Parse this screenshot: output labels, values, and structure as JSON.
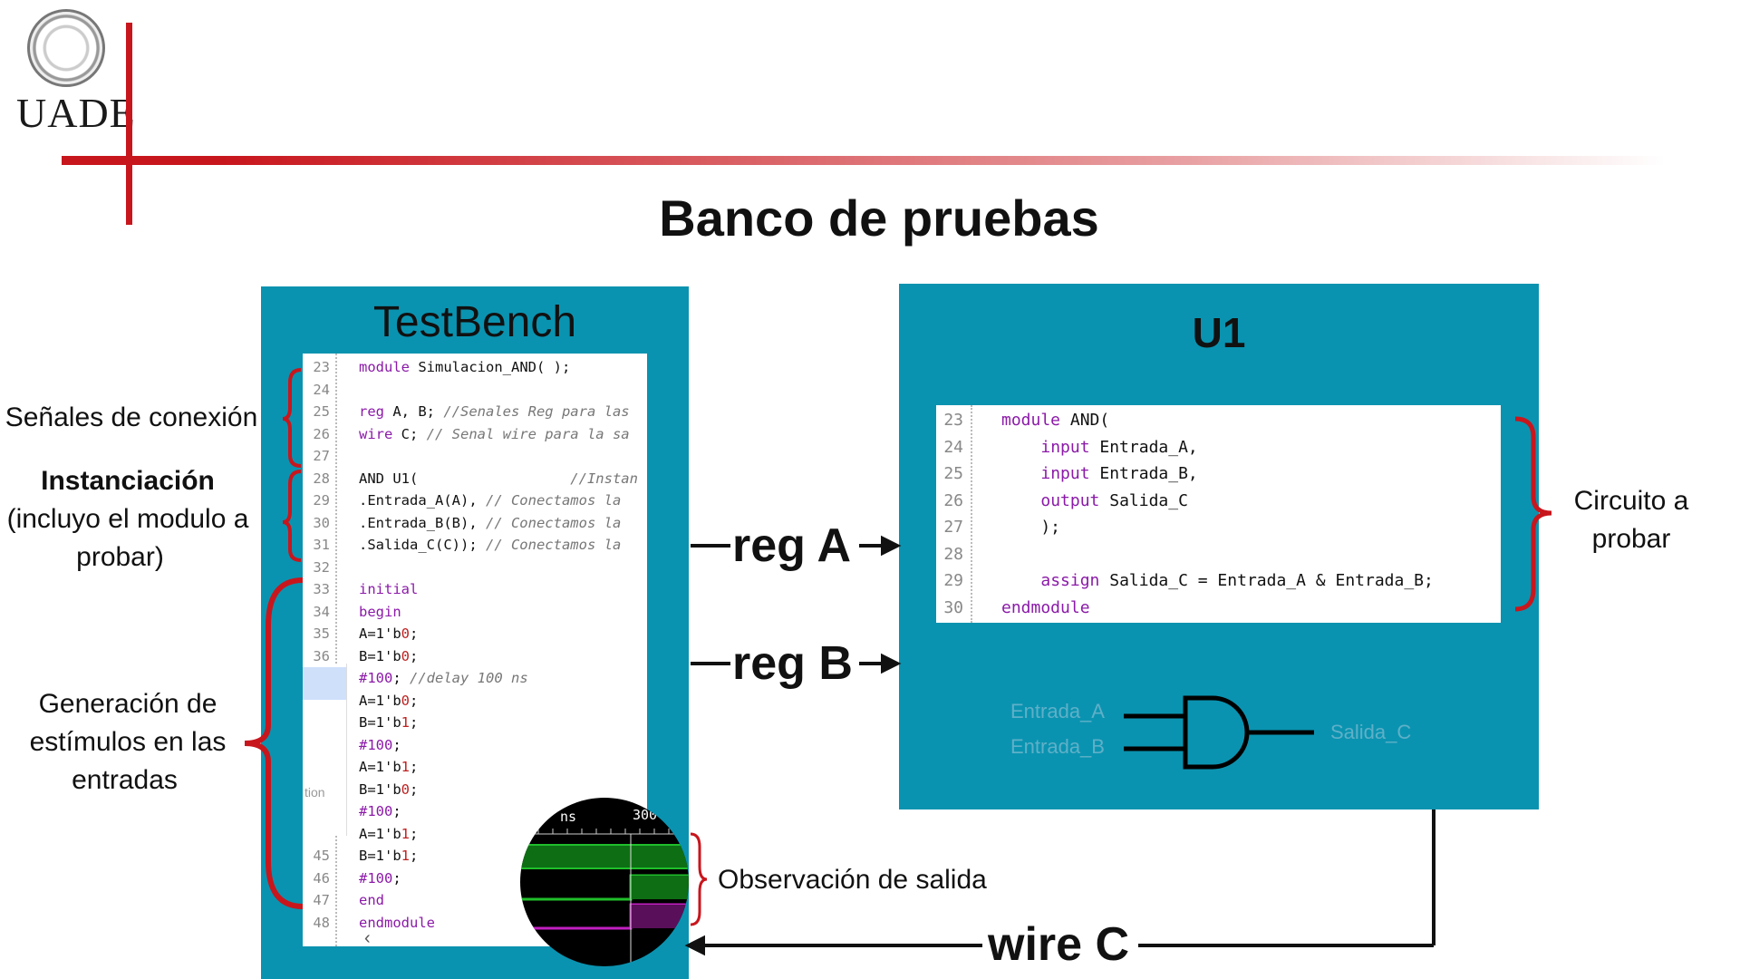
{
  "logo": {
    "text": "UADE"
  },
  "slide_title": "Banco de pruebas",
  "testbench": {
    "title": "TestBench",
    "lines": [
      {
        "n": "23",
        "t": "module Simulacion_AND( );"
      },
      {
        "n": "24",
        "t": ""
      },
      {
        "n": "25",
        "t": "reg A, B; //Senales Reg para las"
      },
      {
        "n": "26",
        "t": "wire C; // Senal wire para la sa"
      },
      {
        "n": "27",
        "t": ""
      },
      {
        "n": "28",
        "t": "AND U1(                  //Instan"
      },
      {
        "n": "29",
        "t": ".Entrada_A(A), // Conectamos la"
      },
      {
        "n": "30",
        "t": ".Entrada_B(B), // Conectamos la"
      },
      {
        "n": "31",
        "t": ".Salida_C(C)); // Conectamos la"
      },
      {
        "n": "32",
        "t": ""
      },
      {
        "n": "33",
        "t": "initial"
      },
      {
        "n": "34",
        "t": "begin"
      },
      {
        "n": "35",
        "t": "A=1'b0;"
      },
      {
        "n": "36",
        "t": "B=1'b0;"
      },
      {
        "n": "",
        "t": "#100; //delay 100 ns"
      },
      {
        "n": "",
        "t": "A=1'b0;"
      },
      {
        "n": "",
        "t": "B=1'b1;"
      },
      {
        "n": "",
        "t": "#100;"
      },
      {
        "n": "",
        "t": "A=1'b1;"
      },
      {
        "n": "",
        "t": "B=1'b0;"
      },
      {
        "n": "",
        "t": "#100;"
      },
      {
        "n": "",
        "t": "A=1'b1;"
      },
      {
        "n": "45",
        "t": "B=1'b1;"
      },
      {
        "n": "46",
        "t": "#100;"
      },
      {
        "n": "47",
        "t": "end"
      },
      {
        "n": "48",
        "t": "endmodule"
      }
    ],
    "overlay_fragment": "tion"
  },
  "u1": {
    "title": "U1",
    "lines": [
      {
        "n": "23",
        "t": "module AND("
      },
      {
        "n": "24",
        "t": "    input Entrada_A,"
      },
      {
        "n": "25",
        "t": "    input Entrada_B,"
      },
      {
        "n": "26",
        "t": "    output Salida_C"
      },
      {
        "n": "27",
        "t": "    );"
      },
      {
        "n": "28",
        "t": ""
      },
      {
        "n": "29",
        "t": "    assign Salida_C = Entrada_A & Entrada_B;"
      },
      {
        "n": "30",
        "t": "endmodule"
      }
    ],
    "gate": {
      "in_a": "Entrada_A",
      "in_b": "Entrada_B",
      "out": "Salida_C"
    }
  },
  "labels": {
    "senales": "Señales de conexión",
    "instanciacion_bold": "Instanciación",
    "instanciacion_rest_1": "(incluyo el modulo a",
    "instanciacion_rest_2": "probar)",
    "generacion_1": "Generación de",
    "generacion_2": "estímulos en las",
    "generacion_3": "entradas",
    "circuito_1": "Circuito a",
    "circuito_2": "probar",
    "observacion": "Observación de salida"
  },
  "signals": {
    "reg_a": "reg A",
    "reg_b": "reg B",
    "wire_c": "wire C"
  },
  "scope": {
    "unit": "ns",
    "tick": "300"
  },
  "colors": {
    "panel": "#0a93b0",
    "accent_red": "#c8161d",
    "keyword": "#8b1aa8",
    "scope_green": "#1fbf2a",
    "scope_magenta": "#c21fc2"
  }
}
